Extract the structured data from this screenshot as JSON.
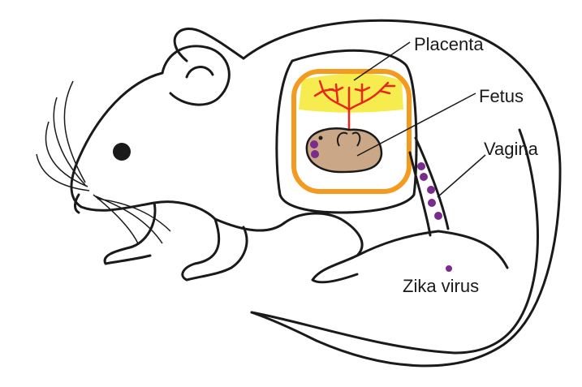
{
  "labels": {
    "placenta": "Placenta",
    "fetus": "Fetus",
    "vagina": "Vagina",
    "zika": "Zika virus"
  },
  "colors": {
    "placenta": "#f7ec4f",
    "uterus_wall": "#f39a1f",
    "vessels": "#e8261c",
    "fetus": "#c9a787",
    "virus": "#7b2a8e",
    "outline": "#1a1a1a"
  }
}
